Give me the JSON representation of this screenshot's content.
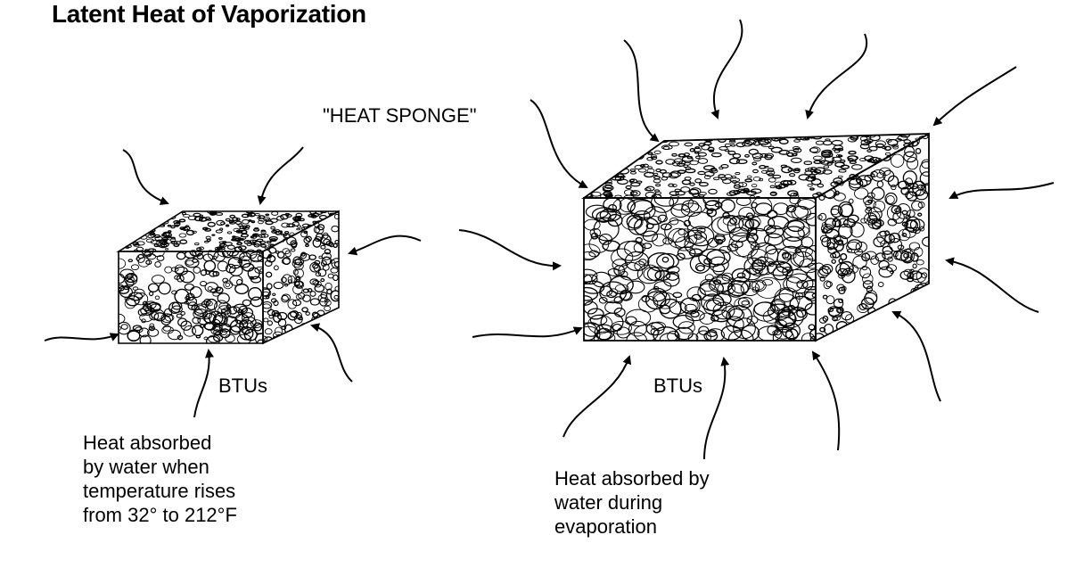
{
  "title": "Latent Heat of Vaporization",
  "sponge_label": "\"HEAT SPONGE\"",
  "left_block": {
    "units": "BTUs",
    "caption": [
      "Heat absorbed",
      "by water when",
      "temperature rises",
      "from 32° to 212°F"
    ]
  },
  "right_block": {
    "units": "BTUs",
    "caption": [
      "Heat absorbed by",
      "water during",
      "evaporation"
    ]
  },
  "colors": {
    "ink": "#000000",
    "background": "#ffffff"
  }
}
